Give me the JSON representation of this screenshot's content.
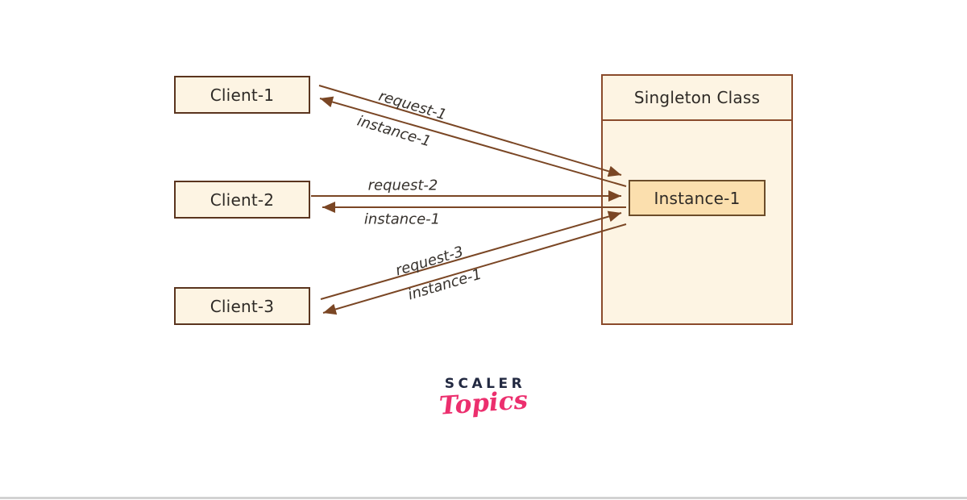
{
  "diagram": {
    "clients": [
      {
        "label": "Client-1"
      },
      {
        "label": "Client-2"
      },
      {
        "label": "Client-3"
      }
    ],
    "singleton": {
      "title": "Singleton Class",
      "instance": "Instance-1"
    },
    "messages": [
      {
        "label": "request-1",
        "from": "Client-1",
        "to": "Instance-1"
      },
      {
        "label": "instance-1",
        "from": "Instance-1",
        "to": "Client-1"
      },
      {
        "label": "request-2",
        "from": "Client-2",
        "to": "Instance-1"
      },
      {
        "label": "instance-1",
        "from": "Instance-1",
        "to": "Client-2"
      },
      {
        "label": "request-3",
        "from": "Client-3",
        "to": "Instance-1"
      },
      {
        "label": "instance-1",
        "from": "Instance-1",
        "to": "Client-3"
      }
    ]
  },
  "logo": {
    "brand": "SCALER",
    "product": "Topics"
  },
  "theme": {
    "background": "#ffffff",
    "box_fill": "#fdf4e3",
    "instance_fill": "#fbdfae",
    "client_border": "#5a341e",
    "singleton_border": "#8a4a2b",
    "instance_border": "#6b4c2a",
    "arrow": "#7a4624",
    "box_text": "#2e2a26",
    "label_text": "#37322d",
    "logo_navy": "#222941",
    "logo_pink": "#ec2f6e",
    "footer_line": "#d2d2d2"
  }
}
